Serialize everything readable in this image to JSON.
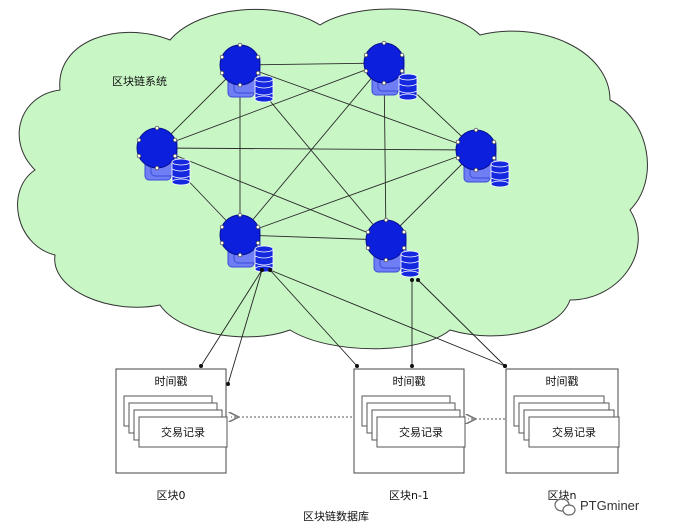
{
  "cloud": {
    "label": "区块链系统",
    "fill": "#c8f7c5",
    "stroke": "#333333"
  },
  "node_colors": {
    "circle": "#0b1fdc",
    "card": "#6f7ef5",
    "db": "#1428e0"
  },
  "blocks": [
    {
      "id": "b0",
      "timestamp_label": "时间戳",
      "record_label": "交易记录",
      "caption": "区块0"
    },
    {
      "id": "bn1",
      "timestamp_label": "时间戳",
      "record_label": "交易记录",
      "caption": "区块n-1"
    },
    {
      "id": "bn",
      "timestamp_label": "时间戳",
      "record_label": "交易记录",
      "caption": "区块n"
    }
  ],
  "database_label": "区块链数据库",
  "watermark": {
    "icon": "wechat-icon",
    "text": "PTGminer"
  }
}
